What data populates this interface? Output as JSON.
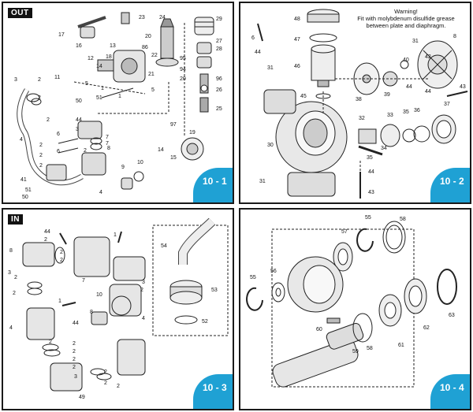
{
  "panels": [
    {
      "code": "10 - 1",
      "tag": "OUT",
      "callouts": [
        "1",
        "2",
        "3",
        "4",
        "5",
        "6",
        "7",
        "8",
        "9",
        "10",
        "11",
        "12",
        "13",
        "14",
        "15",
        "16",
        "17",
        "18",
        "19",
        "20",
        "21",
        "22",
        "23",
        "24",
        "25",
        "26",
        "27",
        "28",
        "29",
        "41",
        "50",
        "51",
        "86",
        "94",
        "95",
        "96",
        "97"
      ]
    },
    {
      "code": "10 - 2",
      "warning": [
        "Warning!",
        "Fit  with molybdenum disulfide grease",
        "between plate and diaphragm."
      ],
      "callouts": [
        "6",
        "8",
        "30",
        "31",
        "32",
        "33",
        "34",
        "35",
        "36",
        "37",
        "38",
        "39",
        "40",
        "42",
        "43",
        "44",
        "45",
        "46",
        "47",
        "48"
      ]
    },
    {
      "code": "10 - 3",
      "tag": "IN",
      "callouts": [
        "1",
        "2",
        "3",
        "4",
        "7",
        "8",
        "10",
        "44",
        "49",
        "52",
        "53",
        "54"
      ]
    },
    {
      "code": "10 - 4",
      "callouts": [
        "55",
        "56",
        "57",
        "58",
        "59",
        "60",
        "61",
        "62",
        "63"
      ]
    }
  ]
}
